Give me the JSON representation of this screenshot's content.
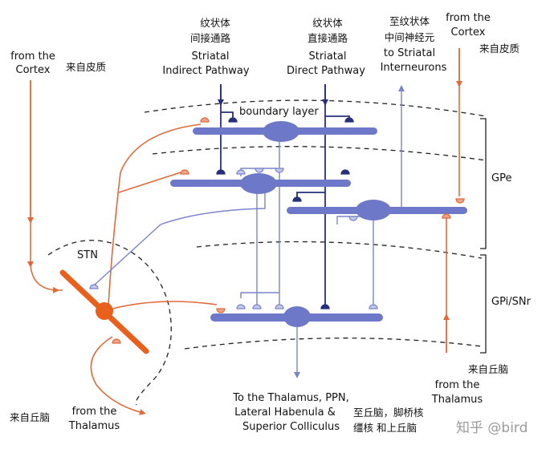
{
  "labels": {
    "indirect_cn": [
      "纹状体",
      "间接通路"
    ],
    "indirect_en": [
      "Striatal",
      "Indirect  Pathway"
    ],
    "direct_cn": [
      "纹状体",
      "直接通路"
    ],
    "direct_en": [
      "Striatal",
      "Direct Pathway"
    ],
    "interneurons_cn": [
      "至纹状体",
      "中间神经元"
    ],
    "interneurons_en": [
      "to Striatal",
      "Interneurons"
    ],
    "cortex_right_en": [
      "from the",
      "Cortex"
    ],
    "cortex_right_cn": "来自皮质",
    "cortex_left_en": [
      "from the",
      "Cortex"
    ],
    "cortex_left_cn": "来自皮质",
    "boundary_layer": "boundary layer",
    "gpe": "GPe",
    "gpi_snr": "GPi/SNr",
    "stn": "STN",
    "thalamus_right_cn": "来自丘脑",
    "thalamus_right_en": [
      "from the",
      "Thalamus"
    ],
    "thalamus_left_cn": "来自丘脑",
    "thalamus_left_en": [
      "from the",
      "Thalamus"
    ],
    "output_en": [
      "To the Thalamus, PPN,",
      "Lateral Habenula &",
      "Superior Colliculus"
    ],
    "output_cn": [
      "至丘脑，脚桥核",
      "缰核  和上丘脑"
    ],
    "watermark": "知乎 @bird"
  },
  "colors": {
    "neuron": "#6e78c8",
    "neuron_light": "#8c95d2",
    "dark_axon": "#26307a",
    "cortex_axon": "#e06a3a",
    "stn_body": "#e8601c",
    "boundary": "#222222"
  }
}
